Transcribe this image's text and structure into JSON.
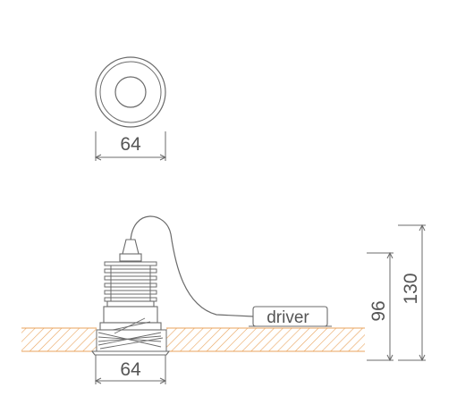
{
  "top_view": {
    "dimension": "64"
  },
  "side_view": {
    "width_dimension": "64",
    "driver_label": "driver",
    "depth_dimension": "96",
    "height_dimension": "130"
  },
  "colors": {
    "line": "#6b6b6b",
    "hatch": "#e9a35c",
    "text": "#555555"
  }
}
